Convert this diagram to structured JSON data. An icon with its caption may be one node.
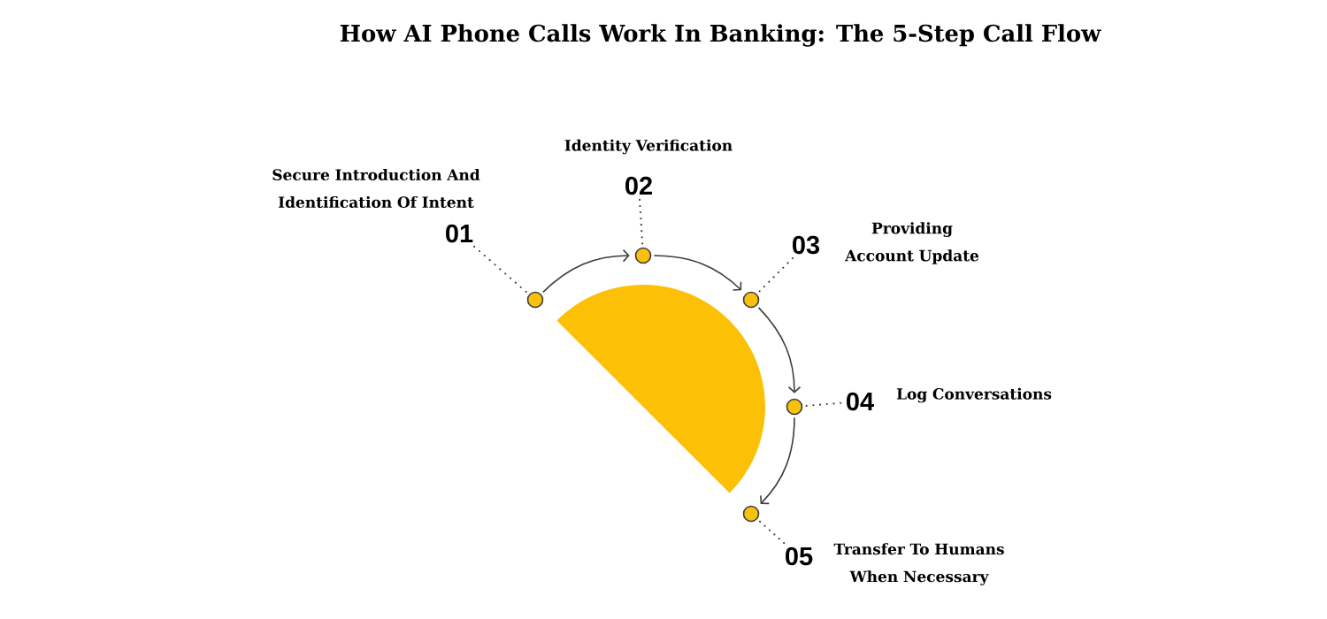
{
  "diagram": {
    "title": "How AI Phone Calls Work In Banking: The 5-Step Call Flow",
    "nodes": [
      {
        "text": [
          "01"
        ],
        "beside": [
          "Secure Introduction And Identification Of Intent"
        ]
      },
      {
        "text": [
          "02"
        ],
        "beside": [
          "Identity Verification"
        ]
      },
      {
        "text": [
          "03"
        ],
        "beside": [
          "Providing Account Update"
        ]
      },
      {
        "text": [
          "04"
        ],
        "beside": [
          "Log Conversations"
        ]
      },
      {
        "text": [
          "05"
        ],
        "beside": [
          "Transfer To Humans When Necessary"
        ]
      },
      {
        "text": [],
        "shape": "circle"
      },
      {
        "text": [],
        "shape": "circle"
      },
      {
        "text": [],
        "shape": "circle"
      },
      {
        "text": [],
        "shape": "circle"
      },
      {
        "text": [],
        "shape": "circle"
      }
    ],
    "edges": [
      {
        "from": 5,
        "to": 6,
        "arrow": "to"
      },
      {
        "from": 6,
        "to": 7,
        "arrow": "to"
      },
      {
        "from": 7,
        "to": 8,
        "arrow": "to"
      },
      {
        "from": 8,
        "to": 9,
        "arrow": "to"
      },
      {
        "from": 0,
        "to": 5,
        "arrow": "none",
        "style": "dashed"
      },
      {
        "from": 1,
        "to": 6,
        "arrow": "none",
        "style": "dashed"
      },
      {
        "from": 2,
        "to": 7,
        "arrow": "none",
        "style": "dashed"
      },
      {
        "from": 3,
        "to": 8,
        "arrow": "none",
        "style": "dashed"
      },
      {
        "from": 4,
        "to": 9,
        "arrow": "none",
        "style": "dashed"
      }
    ]
  }
}
